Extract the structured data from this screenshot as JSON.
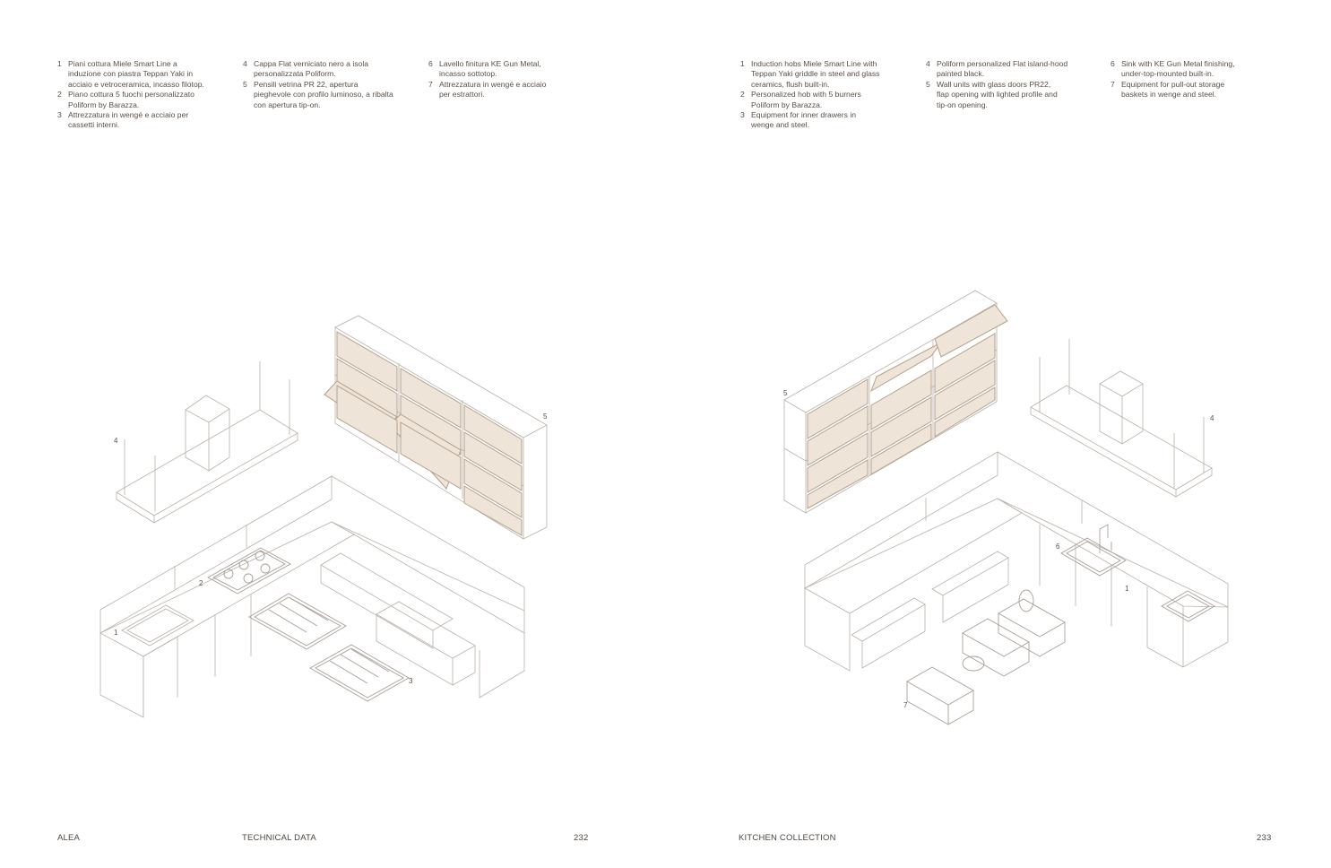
{
  "left_page": {
    "legend_columns": [
      [
        {
          "num": "1",
          "lines": [
            "Piani cottura Miele Smart Line a",
            "induzione con piastra Teppan Yaki in",
            "acciaio e vetroceramica, incasso filotop."
          ]
        },
        {
          "num": "2",
          "lines": [
            "Piano cottura 5 fuochi personalizzato",
            "Poliform by Barazza."
          ]
        },
        {
          "num": "3",
          "lines": [
            "Attrezzatura in wengé e acciaio per",
            "cassetti interni."
          ]
        }
      ],
      [
        {
          "num": "4",
          "lines": [
            "Cappa Flat verniciato nero a isola",
            "personalizzata Poliform."
          ]
        },
        {
          "num": "5",
          "lines": [
            "Pensili vetrina PR 22, apertura",
            "pieghevole con profilo luminoso, a ribalta",
            "con apertura tip-on."
          ]
        }
      ],
      [
        {
          "num": "6",
          "lines": [
            "Lavello finitura KE Gun Metal,",
            "incasso sottotop."
          ]
        },
        {
          "num": "7",
          "lines": [
            "Attrezzatura in wengé e acciaio",
            "per estrattori."
          ]
        }
      ]
    ],
    "callouts": [
      "1",
      "2",
      "3",
      "4",
      "5"
    ],
    "footer": {
      "brand": "ALEA",
      "section": "TECHNICAL DATA",
      "page": "232"
    }
  },
  "right_page": {
    "legend_columns": [
      [
        {
          "num": "1",
          "lines": [
            "Induction hobs Miele Smart Line with",
            "Teppan Yaki griddle in steel and glass",
            "ceramics, flush built-in."
          ]
        },
        {
          "num": "2",
          "lines": [
            "Personalized hob with 5 burners",
            "Poliform by Barazza."
          ]
        },
        {
          "num": "3",
          "lines": [
            "Equipment for inner drawers in",
            "wenge and steel."
          ]
        }
      ],
      [
        {
          "num": "4",
          "lines": [
            "Poliform personalized Flat island-hood",
            "painted black."
          ]
        },
        {
          "num": "5",
          "lines": [
            "Wall units with glass doors PR22,",
            "flap opening with lighted profile and",
            "tip-on opening."
          ]
        }
      ],
      [
        {
          "num": "6",
          "lines": [
            "Sink with KE Gun Metal finishing,",
            "under-top-mounted built-in."
          ]
        },
        {
          "num": "7",
          "lines": [
            "Equipment for pull-out storage",
            "baskets in wenge and steel."
          ]
        }
      ]
    ],
    "callouts": [
      "5",
      "4",
      "6",
      "1",
      "7"
    ],
    "footer": {
      "section": "KITCHEN COLLECTION",
      "page": "233"
    }
  },
  "colors": {
    "line": "#b9b1a8",
    "glass_fill": "#efe4d8",
    "glass_frame": "#b3a08b",
    "text": "#5a4f45"
  }
}
